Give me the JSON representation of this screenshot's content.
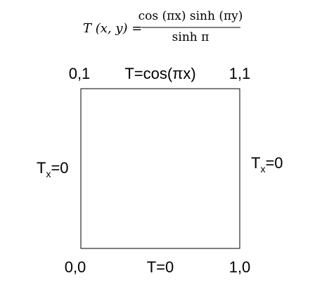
{
  "equation": {
    "lhs": "T (x, y) =",
    "numerator": "cos (πx) sinh (πy)",
    "denominator": "sinh π"
  },
  "corners": {
    "top_left": "0,1",
    "top_right": "1,1",
    "bottom_left": "0,0",
    "bottom_right": "1,0"
  },
  "boundaries": {
    "top": "T=cos(πx)",
    "bottom": "T=0",
    "left": {
      "base": "T",
      "sub": "x",
      "rest": "=0"
    },
    "right": {
      "base": "T",
      "sub": "x",
      "rest": "=0"
    }
  },
  "colors": {
    "line": "#000000",
    "text": "#000000",
    "background": "#ffffff"
  }
}
